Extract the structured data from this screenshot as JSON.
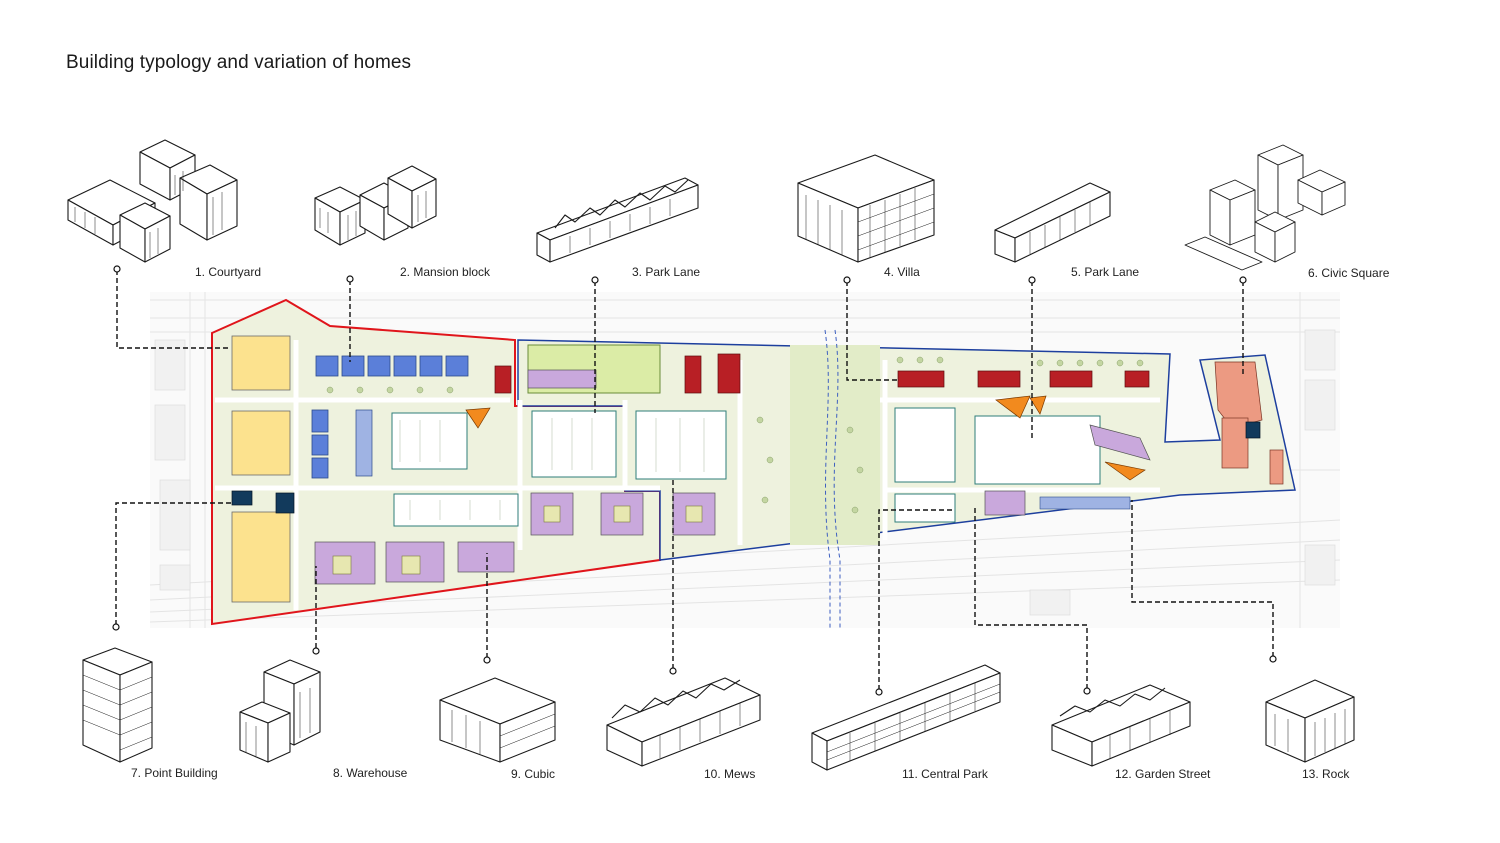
{
  "title": "Building typology and variation of homes",
  "colors": {
    "courtyard": "#fce28e",
    "mansion": "#5b7fd9",
    "mansion_light": "#9fb3e3",
    "park_lane": "#b81f25",
    "civic": "#ec9a82",
    "lilac": "#c9a8dc",
    "point": "#123a5c",
    "orange": "#f28a1e",
    "ground": "#eef2de",
    "phase1_boundary": "#e0151b",
    "phase2_boundary": "#1d3f9e"
  },
  "typologies": [
    {
      "label": "1. Courtyard"
    },
    {
      "label": "2. Mansion block"
    },
    {
      "label": "3. Park Lane"
    },
    {
      "label": "4. Villa"
    },
    {
      "label": "5. Park Lane"
    },
    {
      "label": "6. Civic Square"
    },
    {
      "label": "7. Point Building"
    },
    {
      "label": "8. Warehouse"
    },
    {
      "label": "9. Cubic"
    },
    {
      "label": "10. Mews"
    },
    {
      "label": "11. Central Park"
    },
    {
      "label": "12. Garden Street"
    },
    {
      "label": "13. Rock"
    }
  ]
}
